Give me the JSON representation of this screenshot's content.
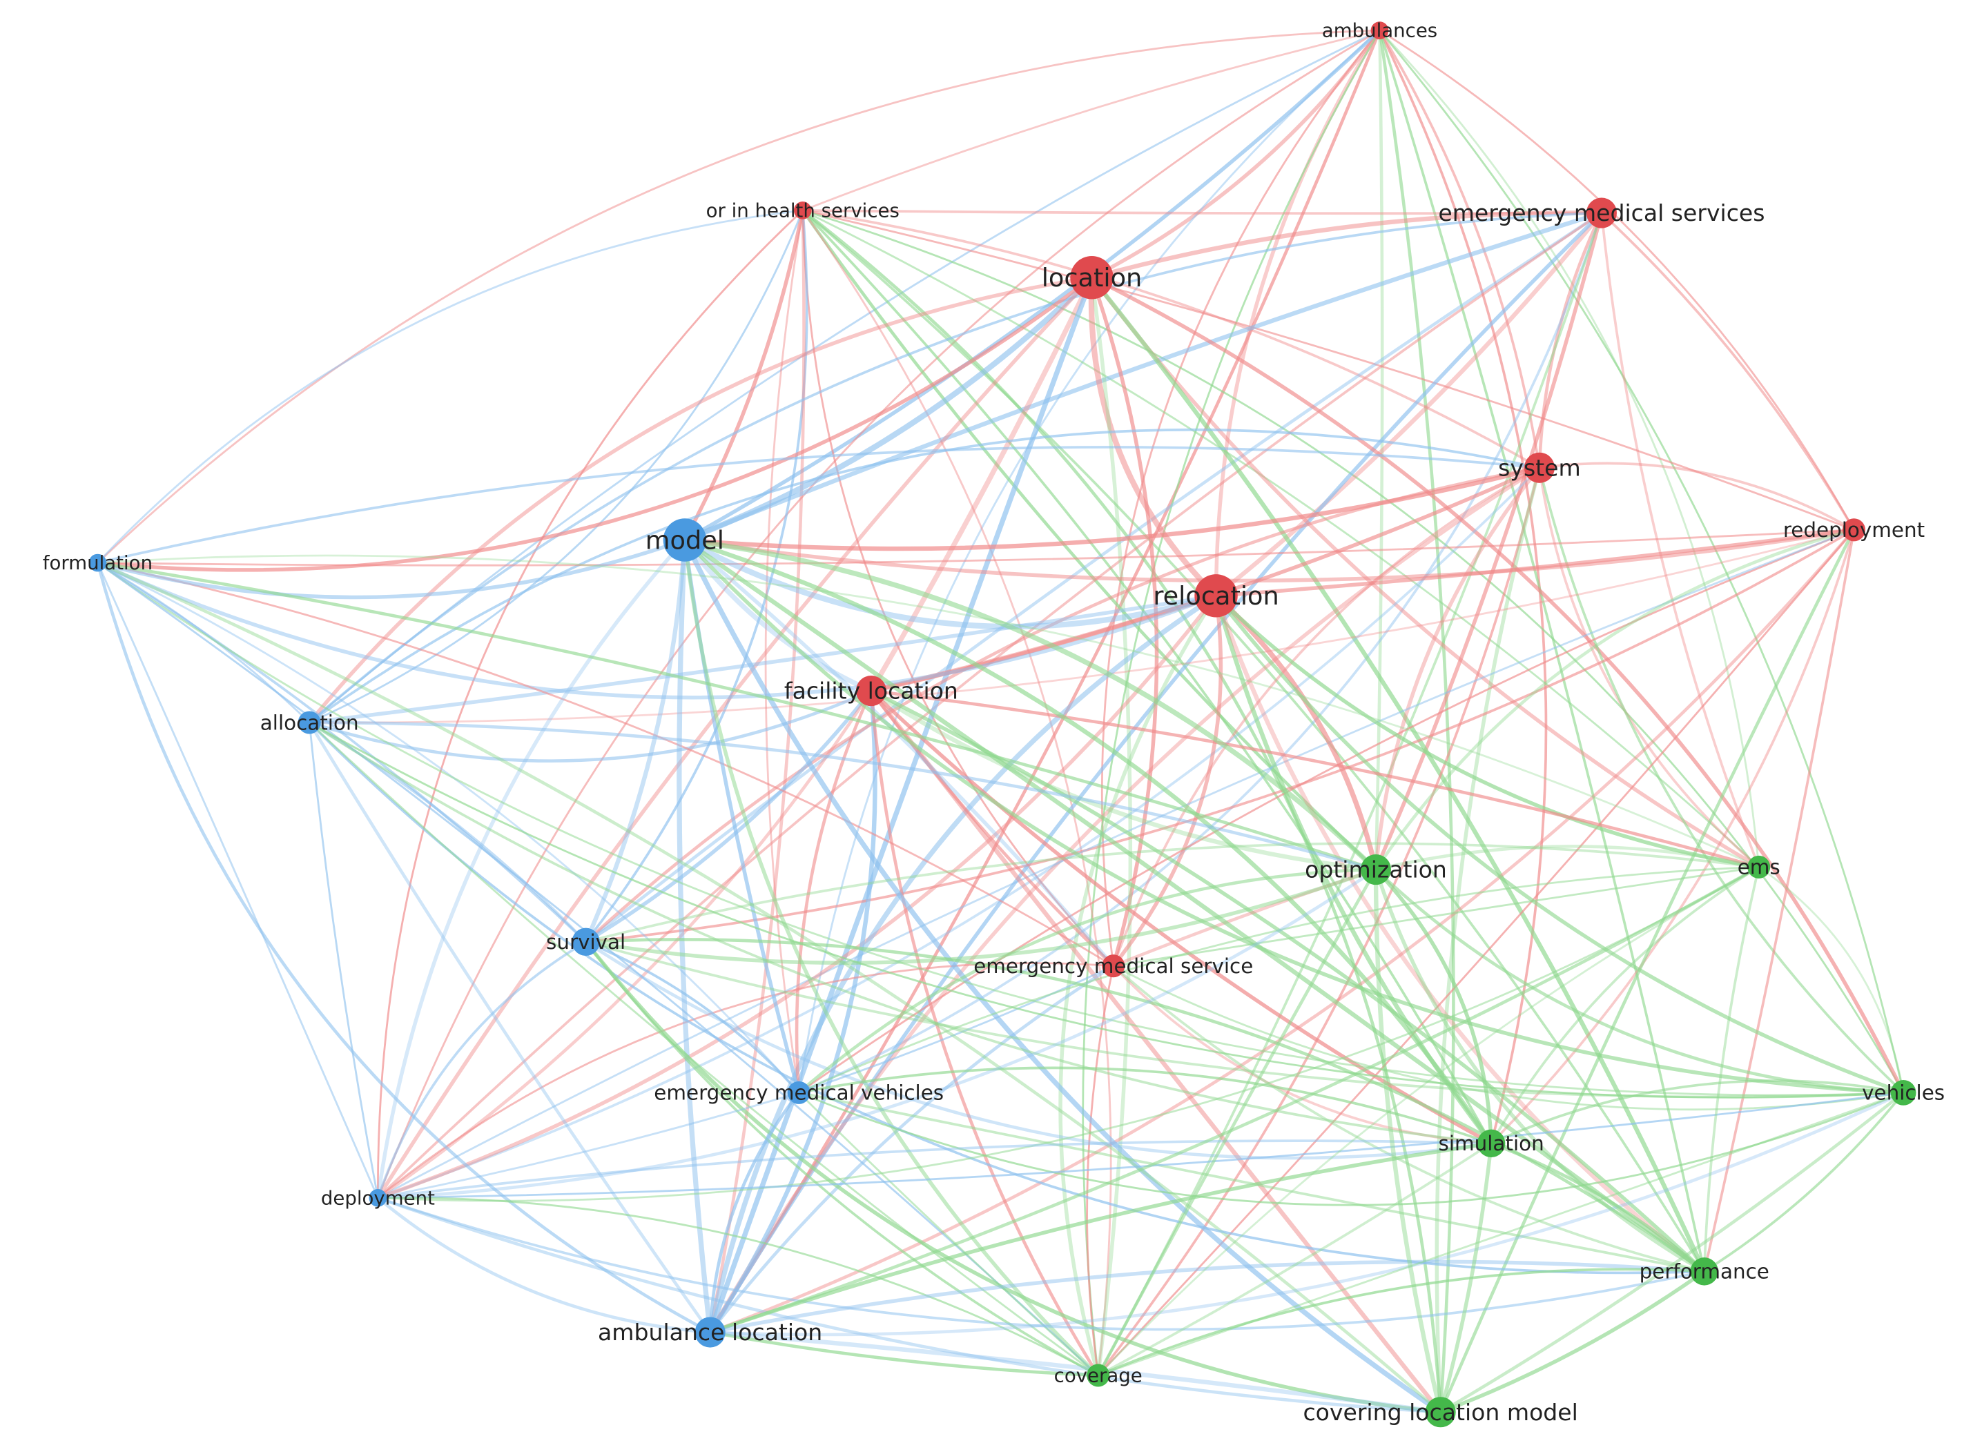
{
  "colors": {
    "red": "#e04a4e",
    "blue": "#4a9ae0",
    "green": "#44b84a",
    "edge_red": "#f08a8a",
    "edge_blue": "#8cc0ee",
    "edge_green": "#8fd88f",
    "background": "#ffffff"
  },
  "nodes": [
    {
      "id": "ambulances",
      "label": "ambulances",
      "cluster": "red",
      "weight": 1
    },
    {
      "id": "or-in-health-services",
      "label": "or in health services",
      "cluster": "red",
      "weight": 1
    },
    {
      "id": "emergency-medical-services",
      "label": "emergency medical services",
      "cluster": "red",
      "weight": 2
    },
    {
      "id": "location",
      "label": "location",
      "cluster": "red",
      "weight": 4
    },
    {
      "id": "system",
      "label": "system",
      "cluster": "red",
      "weight": 2
    },
    {
      "id": "redeployment",
      "label": "redeployment",
      "cluster": "red",
      "weight": 1
    },
    {
      "id": "relocation",
      "label": "relocation",
      "cluster": "red",
      "weight": 4
    },
    {
      "id": "facility-location",
      "label": "facility location",
      "cluster": "red",
      "weight": 3
    },
    {
      "id": "emergency-medical-service",
      "label": "emergency medical service",
      "cluster": "red",
      "weight": 1
    },
    {
      "id": "model",
      "label": "model",
      "cluster": "blue",
      "weight": 4
    },
    {
      "id": "formulation",
      "label": "formulation",
      "cluster": "blue",
      "weight": 1
    },
    {
      "id": "allocation",
      "label": "allocation",
      "cluster": "blue",
      "weight": 1
    },
    {
      "id": "survival",
      "label": "survival",
      "cluster": "blue",
      "weight": 2
    },
    {
      "id": "emergency-medical-vehicles",
      "label": "emergency medical vehicles",
      "cluster": "blue",
      "weight": 1
    },
    {
      "id": "deployment",
      "label": "deployment",
      "cluster": "blue",
      "weight": 1
    },
    {
      "id": "ambulance-location",
      "label": "ambulance location",
      "cluster": "blue",
      "weight": 3
    },
    {
      "id": "optimization",
      "label": "optimization",
      "cluster": "green",
      "weight": 3
    },
    {
      "id": "ems",
      "label": "ems",
      "cluster": "green",
      "weight": 1
    },
    {
      "id": "vehicles",
      "label": "vehicles",
      "cluster": "green",
      "weight": 1
    },
    {
      "id": "simulation",
      "label": "simulation",
      "cluster": "green",
      "weight": 2
    },
    {
      "id": "performance",
      "label": "performance",
      "cluster": "green",
      "weight": 2
    },
    {
      "id": "coverage",
      "label": "coverage",
      "cluster": "green",
      "weight": 1
    },
    {
      "id": "covering-location-model",
      "label": "covering location model",
      "cluster": "green",
      "weight": 3
    }
  ]
}
